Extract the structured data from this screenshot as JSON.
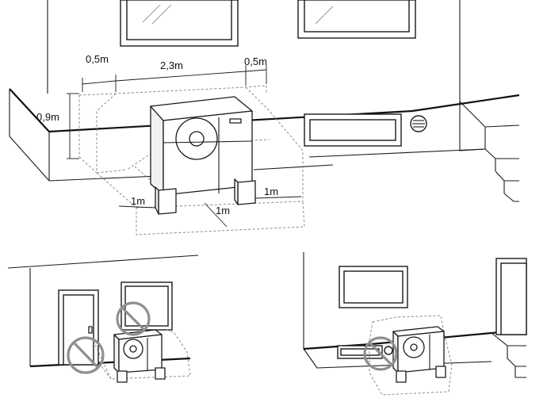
{
  "dimensions": {
    "height_above_ground": "0,9m",
    "left_side_clearance": "0,5m",
    "width_zone": "2,3m",
    "right_side_clearance": "0,5m",
    "front_clearance_left": "1m",
    "front_clearance_center": "1m",
    "front_clearance_right": "1m"
  },
  "scenes": [
    {
      "id": "main",
      "description_visible": "heat pump clearance zone next to wall with vent and steps"
    },
    {
      "id": "near-door-window",
      "prohibited_marks": 2
    },
    {
      "id": "near-vent",
      "prohibited_marks": 1
    }
  ],
  "colors": {
    "line": "#1a1a1a",
    "dashed_zone": "#8a8a8a",
    "prohibition": "#8f8f8f"
  },
  "icons": [
    "prohibited-icon",
    "vent-grille-icon"
  ]
}
